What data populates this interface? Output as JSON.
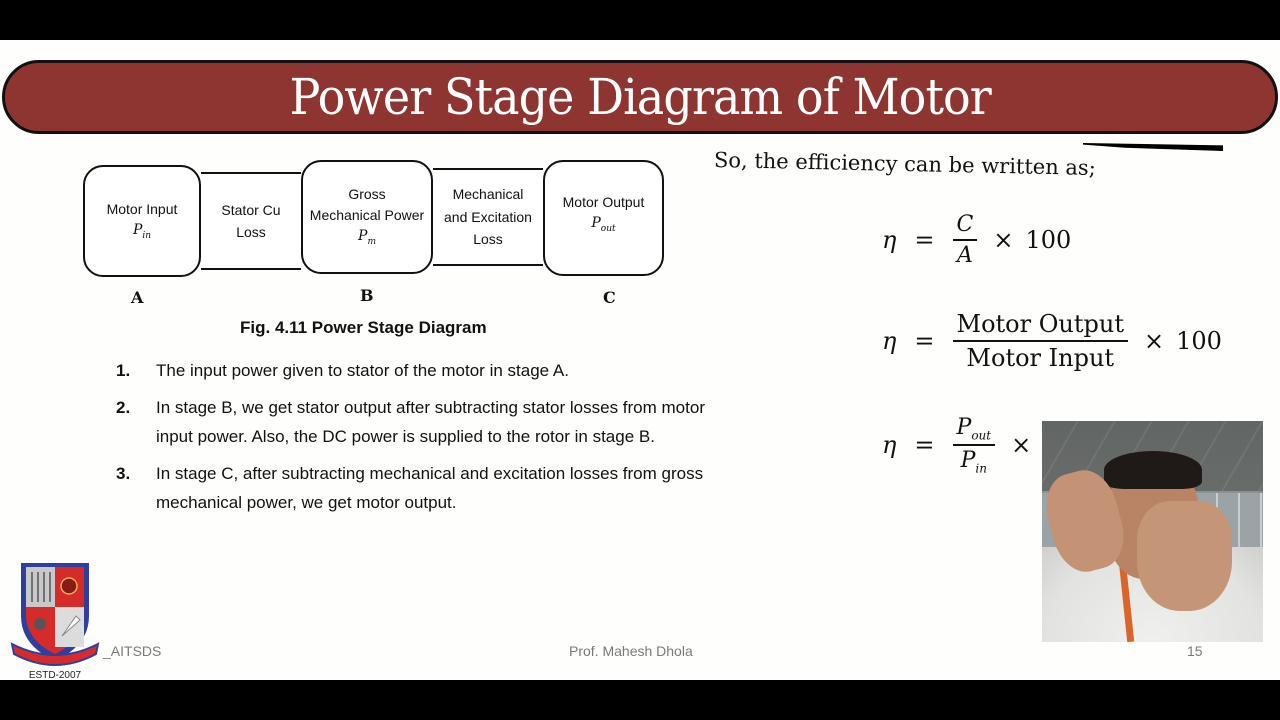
{
  "slide": {
    "title": "Power Stage Diagram of Motor",
    "colors": {
      "banner_bg": "#8e3532",
      "banner_border": "#111111",
      "title_text": "#ffffff",
      "slide_bg": "#fefefc",
      "footer_text": "#7a7a7a",
      "letterbox": "#000000"
    },
    "diagram": {
      "stages": [
        {
          "id": "A",
          "label": "Motor Input",
          "symbol": "P",
          "subscript": "in"
        },
        {
          "id": "B",
          "label_line1": "Gross",
          "label_line2": "Mechanical Power",
          "symbol": "P",
          "subscript": "m"
        },
        {
          "id": "C",
          "label": "Motor Output",
          "symbol": "P",
          "subscript": "out"
        }
      ],
      "losses": [
        {
          "line1": "Stator Cu",
          "line2": "Loss"
        },
        {
          "line1": "Mechanical",
          "line2": "and Excitation",
          "line3": "Loss"
        }
      ],
      "caption": "Fig. 4.11 Power Stage Diagram"
    },
    "points": [
      {
        "num": "1.",
        "text": "The input power given to stator of the motor in stage A."
      },
      {
        "num": "2.",
        "text": "In stage B, we get stator output after subtracting stator losses from motor input power. Also, the DC power is supplied to the rotor in stage B."
      },
      {
        "num": "3.",
        "text": "In stage C, after subtracting mechanical and excitation losses from gross mechanical power, we get motor output."
      }
    ],
    "efficiency": {
      "intro": "So, the efficiency can be written as;",
      "eta": "η",
      "equals": "=",
      "times": "×",
      "hundred": "100",
      "eq1": {
        "numerator": "C",
        "denominator": "A"
      },
      "eq2": {
        "numerator": "Motor Output",
        "denominator": "Motor Input"
      },
      "eq3": {
        "num_symbol": "P",
        "num_sub": "out",
        "den_symbol": "P",
        "den_sub": "in"
      }
    },
    "footer": {
      "left": "_AITSDS",
      "center": "Prof. Mahesh Dhola",
      "page_number": "15",
      "logo_motto": "ESTD-2007"
    }
  }
}
